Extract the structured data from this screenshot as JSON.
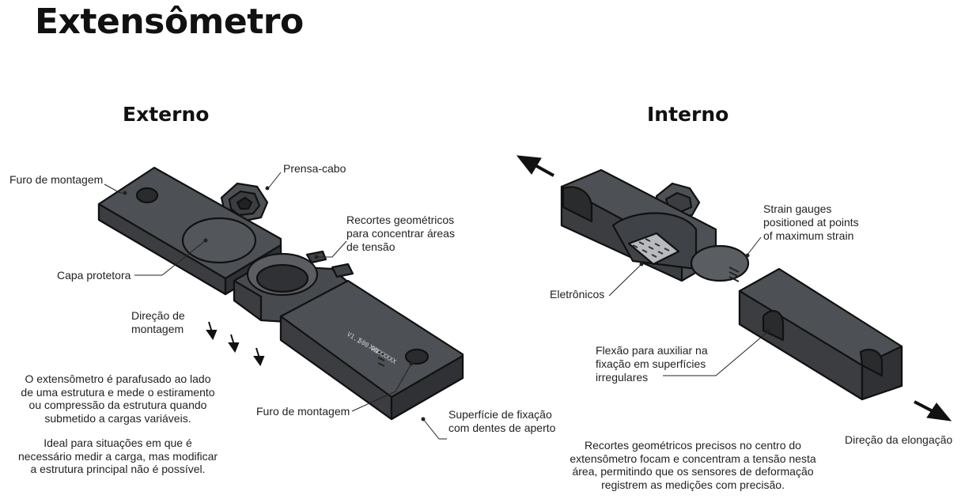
{
  "title": "Extensômetro",
  "left": {
    "heading": "Externo",
    "labels": {
      "furo_top": "Furo de montagem",
      "prensa": "Prensa-cabo",
      "recortes": [
        "Recortes geométricos",
        "para concentrar áreas",
        "de tensão"
      ],
      "capa": "Capa protetora",
      "direcao_montagem": [
        "Direção de",
        "montagem"
      ],
      "furo_bottom": "Furo de montagem",
      "superficie": [
        "Superfície de fixação",
        "com dentes de aperto"
      ]
    },
    "engraving": [
      "V1.1",
      "500 kN",
      "XXXXXXXX"
    ],
    "description_1": [
      "O extensômetro é parafusado ao lado",
      "de uma estrutura e mede o estiramento",
      "ou compressão da estrutura quando",
      "submetido a cargas variáveis."
    ],
    "description_2": [
      "Ideal para situações em que é",
      "necessário medir a carga, mas modificar",
      "a estrutura principal não é possível."
    ]
  },
  "right": {
    "heading": "Interno",
    "labels": {
      "strain": [
        "Strain gauges",
        "positioned at points",
        "of maximum strain"
      ],
      "eletronicos": "Eletrônicos",
      "flexao": [
        "Flexão para auxiliar na",
        "fixação em superfícies",
        "irregulares"
      ],
      "elongacao": "Direção da elongação"
    },
    "description": [
      "Recortes geométricos precisos no centro do",
      "extensômetro focam e concentram a tensão nesta",
      "área, permitindo que os sensores de deformação",
      "registrem as medições com precisão."
    ]
  },
  "colors": {
    "body_dark": "#3b3d40",
    "body_mid": "#4d5054",
    "body_light": "#5f6368",
    "outline": "#111111"
  }
}
